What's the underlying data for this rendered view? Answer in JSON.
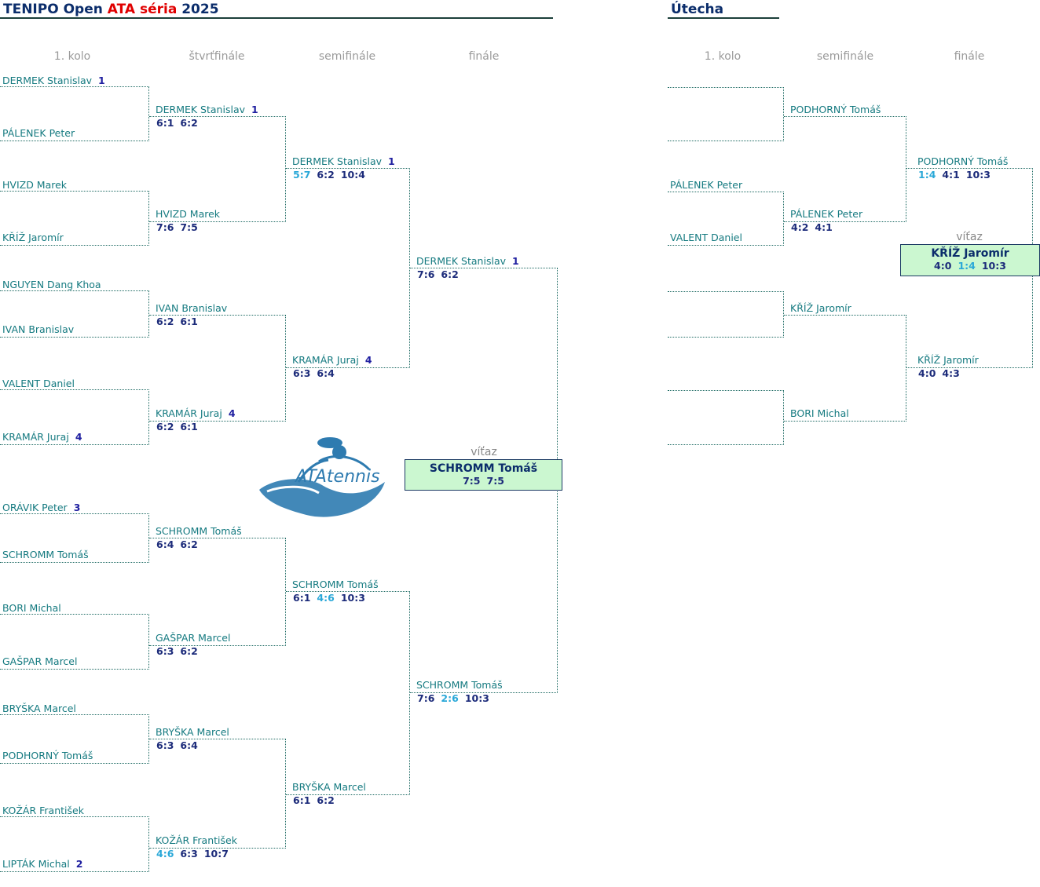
{
  "main": {
    "title_a": "TENIPO Open ",
    "title_b": "ATA séria",
    "title_c": " 2025",
    "round_heads": [
      "1. kolo",
      "štvrťfinále",
      "semifinále",
      "finále"
    ]
  },
  "consolation": {
    "title": "Útecha",
    "round_heads": [
      "1. kolo",
      "semifinále",
      "finále"
    ]
  },
  "r1": [
    {
      "name": "DERMEK Stanislav",
      "seed": "1"
    },
    {
      "name": "PÁLENEK Peter",
      "seed": ""
    },
    {
      "name": "HVIZD Marek",
      "seed": ""
    },
    {
      "name": "KŘÍŽ Jaromír",
      "seed": ""
    },
    {
      "name": "NGUYEN Dang Khoa",
      "seed": ""
    },
    {
      "name": "IVAN Branislav",
      "seed": ""
    },
    {
      "name": "VALENT Daniel",
      "seed": ""
    },
    {
      "name": "KRAMÁR Juraj",
      "seed": "4"
    },
    {
      "name": "ORÁVIK Peter",
      "seed": "3"
    },
    {
      "name": "SCHROMM Tomáš",
      "seed": ""
    },
    {
      "name": "BORI Michal",
      "seed": ""
    },
    {
      "name": "GAŠPAR Marcel",
      "seed": ""
    },
    {
      "name": "BRYŠKA Marcel",
      "seed": ""
    },
    {
      "name": "PODHORNÝ Tomáš",
      "seed": ""
    },
    {
      "name": "KOŽÁR František",
      "seed": ""
    },
    {
      "name": "LIPTÁK Michal",
      "seed": "2"
    }
  ],
  "qf": [
    {
      "name": "DERMEK Stanislav",
      "seed": "1",
      "scores": [
        {
          "t": "6:1",
          "lost": false
        },
        {
          "t": "6:2",
          "lost": false
        }
      ]
    },
    {
      "name": "HVIZD Marek",
      "seed": "",
      "scores": [
        {
          "t": "7:6",
          "lost": false
        },
        {
          "t": "7:5",
          "lost": false
        }
      ]
    },
    {
      "name": "IVAN Branislav",
      "seed": "",
      "scores": [
        {
          "t": "6:2",
          "lost": false
        },
        {
          "t": "6:1",
          "lost": false
        }
      ]
    },
    {
      "name": "KRAMÁR Juraj",
      "seed": "4",
      "scores": [
        {
          "t": "6:2",
          "lost": false
        },
        {
          "t": "6:1",
          "lost": false
        }
      ]
    },
    {
      "name": "SCHROMM Tomáš",
      "seed": "",
      "scores": [
        {
          "t": "6:4",
          "lost": false
        },
        {
          "t": "6:2",
          "lost": false
        }
      ]
    },
    {
      "name": "GAŠPAR Marcel",
      "seed": "",
      "scores": [
        {
          "t": "6:3",
          "lost": false
        },
        {
          "t": "6:2",
          "lost": false
        }
      ]
    },
    {
      "name": "BRYŠKA Marcel",
      "seed": "",
      "scores": [
        {
          "t": "6:3",
          "lost": false
        },
        {
          "t": "6:4",
          "lost": false
        }
      ]
    },
    {
      "name": "KOŽÁR František",
      "seed": "",
      "scores": [
        {
          "t": "4:6",
          "lost": true
        },
        {
          "t": "6:3",
          "lost": false
        },
        {
          "t": "10:7",
          "lost": false
        }
      ]
    }
  ],
  "sf": [
    {
      "name": "DERMEK Stanislav",
      "seed": "1",
      "scores": [
        {
          "t": "5:7",
          "lost": true
        },
        {
          "t": "6:2",
          "lost": false
        },
        {
          "t": "10:4",
          "lost": false
        }
      ]
    },
    {
      "name": "KRAMÁR Juraj",
      "seed": "4",
      "scores": [
        {
          "t": "6:3",
          "lost": false
        },
        {
          "t": "6:4",
          "lost": false
        }
      ]
    },
    {
      "name": "SCHROMM Tomáš",
      "seed": "",
      "scores": [
        {
          "t": "6:1",
          "lost": false
        },
        {
          "t": "4:6",
          "lost": true
        },
        {
          "t": "10:3",
          "lost": false
        }
      ]
    },
    {
      "name": "BRYŠKA Marcel",
      "seed": "",
      "scores": [
        {
          "t": "6:1",
          "lost": false
        },
        {
          "t": "6:2",
          "lost": false
        }
      ]
    }
  ],
  "f": [
    {
      "name": "DERMEK Stanislav",
      "seed": "1",
      "scores": [
        {
          "t": "7:6",
          "lost": false
        },
        {
          "t": "6:2",
          "lost": false
        }
      ]
    },
    {
      "name": "SCHROMM Tomáš",
      "seed": "",
      "scores": [
        {
          "t": "7:6",
          "lost": false
        },
        {
          "t": "2:6",
          "lost": true
        },
        {
          "t": "10:3",
          "lost": false
        }
      ]
    }
  ],
  "winner": {
    "label": "víťaz",
    "name": "SCHROMM Tomáš",
    "scores": [
      {
        "t": "7:5",
        "lost": false
      },
      {
        "t": "7:5",
        "lost": false
      }
    ]
  },
  "logo": {
    "text": "ATAtennis",
    "color": "#2e7bb0"
  },
  "c_r1": [
    {
      "name": "",
      "seed": ""
    },
    {
      "name": "",
      "seed": ""
    },
    {
      "name": "PÁLENEK Peter",
      "seed": ""
    },
    {
      "name": "VALENT Daniel",
      "seed": ""
    },
    {
      "name": "",
      "seed": ""
    },
    {
      "name": "",
      "seed": ""
    },
    {
      "name": "",
      "seed": ""
    },
    {
      "name": "",
      "seed": ""
    }
  ],
  "c_sf": [
    {
      "name": "PODHORNÝ Tomáš",
      "seed": "",
      "scores": []
    },
    {
      "name": "PÁLENEK Peter",
      "seed": "",
      "scores": [
        {
          "t": "4:2",
          "lost": false
        },
        {
          "t": "4:1",
          "lost": false
        }
      ]
    },
    {
      "name": "KŘÍŽ Jaromír",
      "seed": "",
      "scores": []
    },
    {
      "name": "BORI Michal",
      "seed": "",
      "scores": []
    }
  ],
  "c_f": [
    {
      "name": "PODHORNÝ Tomáš",
      "seed": "",
      "scores": [
        {
          "t": "1:4",
          "lost": true
        },
        {
          "t": "4:1",
          "lost": false
        },
        {
          "t": "10:3",
          "lost": false
        }
      ]
    },
    {
      "name": "KŘÍŽ Jaromír",
      "seed": "",
      "scores": [
        {
          "t": "4:0",
          "lost": false
        },
        {
          "t": "4:3",
          "lost": false
        }
      ]
    }
  ],
  "c_winner": {
    "label": "víťaz",
    "name": "KŘÍŽ Jaromír",
    "scores": [
      {
        "t": "4:0",
        "lost": false
      },
      {
        "t": "1:4",
        "lost": true
      },
      {
        "t": "10:3",
        "lost": false
      }
    ]
  }
}
